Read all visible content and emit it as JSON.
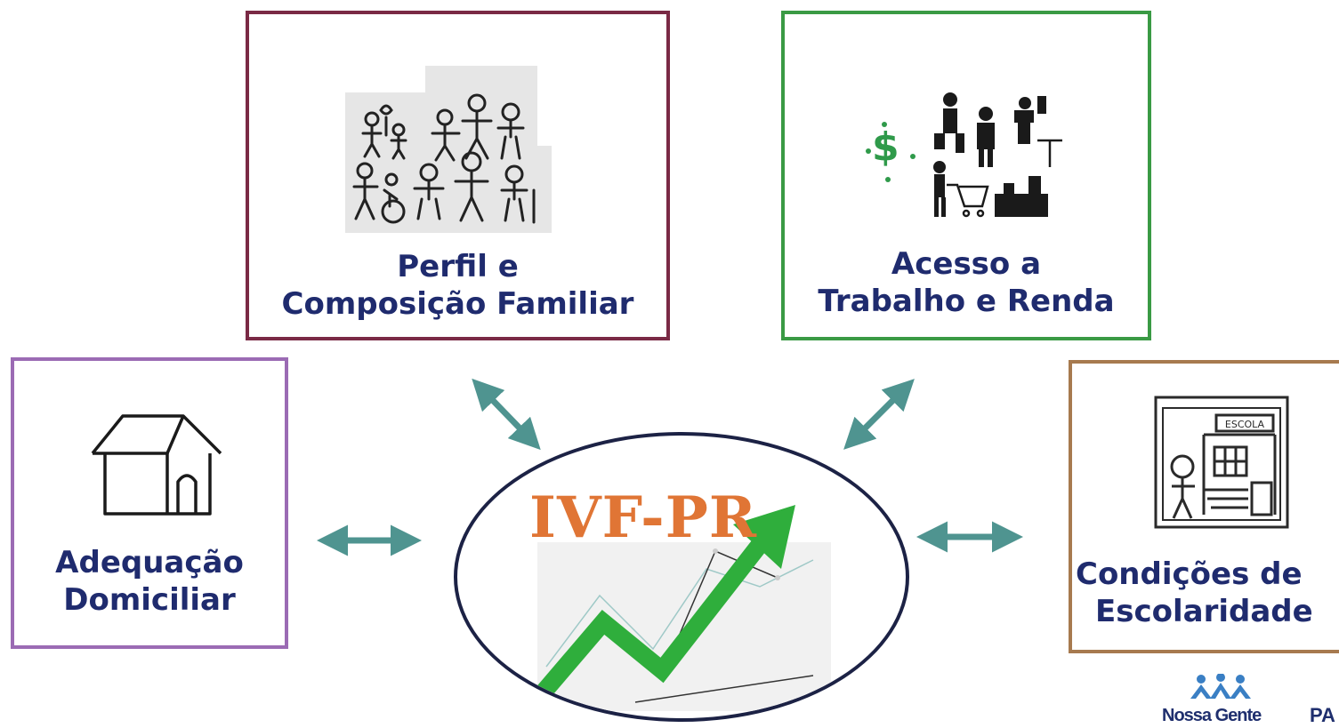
{
  "nodes": {
    "perfil": {
      "line1": "Perfil e",
      "line2": "Composição Familiar",
      "border_color": "#7a2a45",
      "icon": "family-icon"
    },
    "acesso": {
      "line1": "Acesso a",
      "line2": "Trabalho e Renda",
      "border_color": "#3a9a44",
      "icon": "work-income-icon"
    },
    "adequacao": {
      "line1": "Adequação",
      "line2": "Domiciliar",
      "border_color": "#9b6bb4",
      "icon": "house-icon"
    },
    "condicoes": {
      "line1": "Condições de",
      "line2": "Escolaridade",
      "border_color": "#a77a4f",
      "icon": "school-icon",
      "sign": "ESCOLA"
    }
  },
  "hub": {
    "title": "IVF-PR",
    "title_color": "#e07535",
    "icon": "growth-chart-icon"
  },
  "connector_color": "#4f9490",
  "label_color": "#1f2b6e",
  "logo": {
    "text": "Nossa Gente",
    "partial": "PA",
    "icon": "people-icon"
  }
}
